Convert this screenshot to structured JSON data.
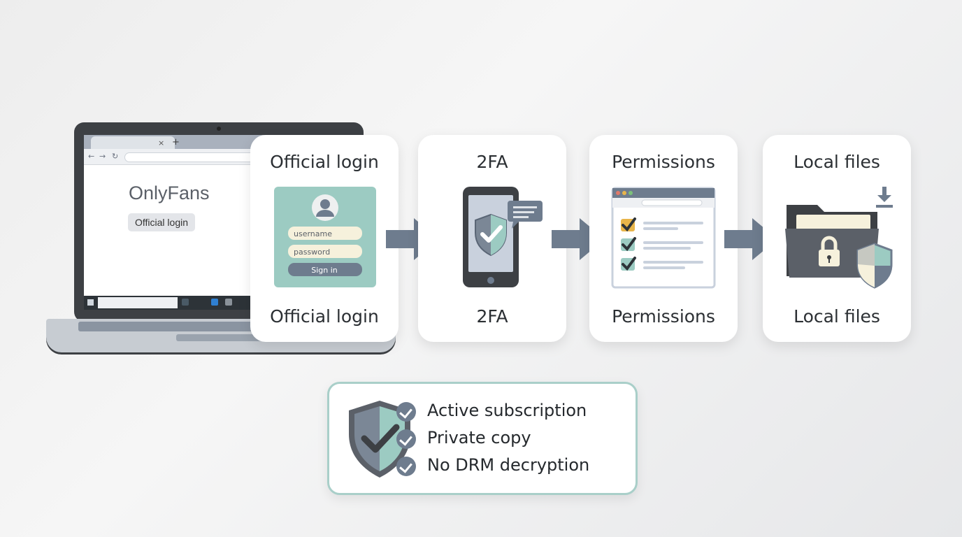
{
  "laptop": {
    "tab_close": "×",
    "tab_plus": "+",
    "site_title": "OnlyFans",
    "site_button": "Official login"
  },
  "steps": [
    {
      "title": "Official login",
      "caption": "Official login",
      "icon": "login-form-icon"
    },
    {
      "title": "2FA",
      "caption": "2FA",
      "icon": "phone-shield-icon"
    },
    {
      "title": "Permissions",
      "caption": "Permissions",
      "icon": "checklist-window-icon"
    },
    {
      "title": "Local files",
      "caption": "Local files",
      "icon": "locked-folder-icon"
    }
  ],
  "login_form": {
    "username_placeholder": "username",
    "password_placeholder": "password",
    "sign_in": "Sign in"
  },
  "notice": {
    "icon": "shield-check-icon",
    "items": [
      "Active subscription",
      "Private copy",
      "No DRM decryption"
    ]
  },
  "colors": {
    "accent_teal": "#9ccbc2",
    "slate": "#6e7c8e",
    "dark": "#3d4044",
    "highlight_yellow": "#e8b54a"
  }
}
